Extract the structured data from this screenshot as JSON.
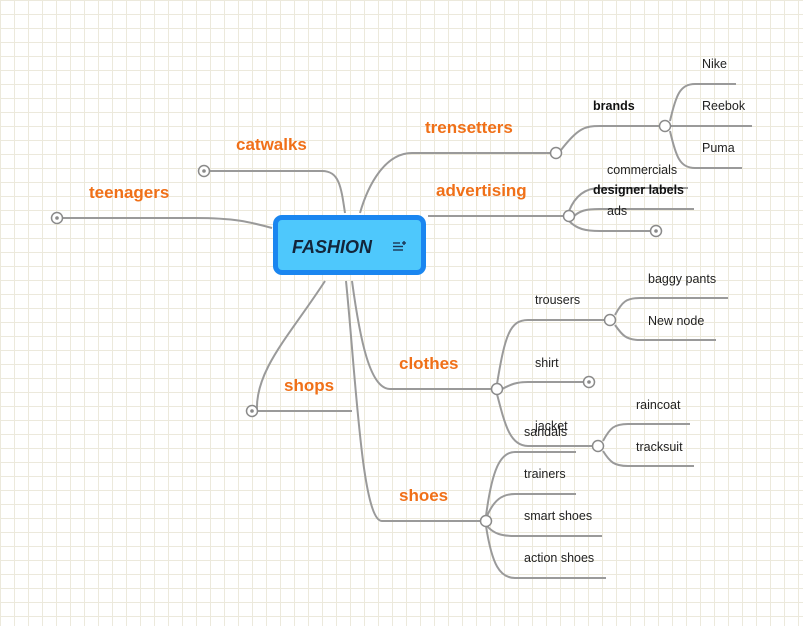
{
  "root": {
    "label": "FASHION",
    "icon": "notes-icon"
  },
  "branches": {
    "teenagers": "teenagers",
    "catwalks": "catwalks",
    "shops": "shops",
    "trensetters": "trensetters",
    "advertising": "advertising",
    "clothes": "clothes",
    "shoes": "shoes"
  },
  "trensetters": {
    "brands": {
      "label": "brands",
      "items": [
        "Nike",
        "Reebok",
        "Puma"
      ]
    }
  },
  "advertising": {
    "items": [
      "commercials",
      "designer labels",
      "ads"
    ]
  },
  "clothes": {
    "trousers": {
      "label": "trousers",
      "items": [
        "baggy pants",
        "New node"
      ]
    },
    "shirt": "shirt",
    "jacket": {
      "label": "jacket",
      "items": [
        "raincoat",
        "tracksuit"
      ]
    }
  },
  "shoes": {
    "items": [
      "sandals",
      "trainers",
      "smart shoes",
      "action shoes"
    ]
  },
  "colors": {
    "main_topic": "#f07018",
    "root_fill": "#4ec8fc",
    "root_border": "#1a86f0",
    "connector": "#9a9a9a",
    "grid": "#ece9dc"
  }
}
